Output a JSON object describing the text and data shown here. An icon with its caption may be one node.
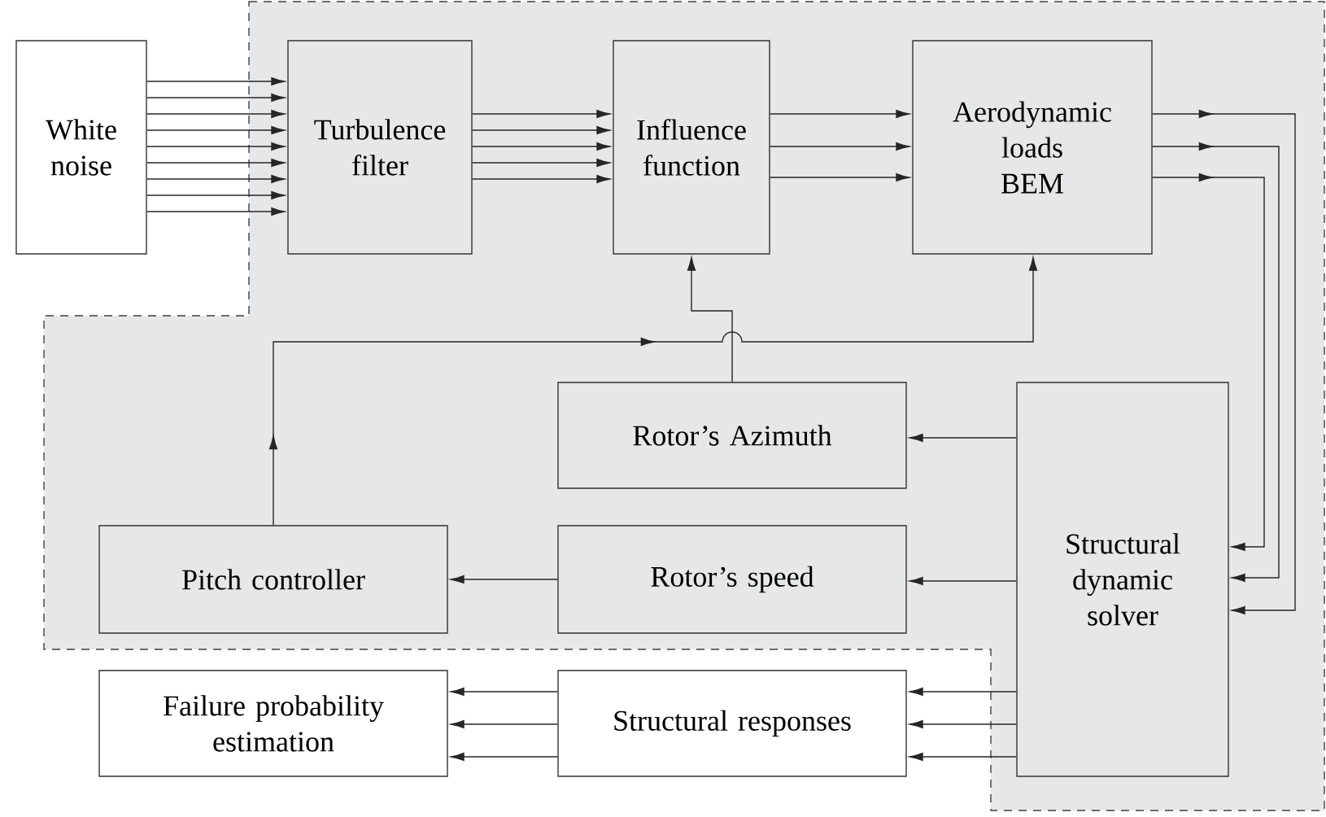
{
  "diagram": {
    "nodes": [
      {
        "text": [
          "White noise"
        ]
      },
      {
        "text": [
          "Turbulence filter"
        ]
      },
      {
        "text": [
          "Influence function"
        ]
      },
      {
        "text": [
          "Aerodynamic loads BEM"
        ]
      },
      {
        "text": [
          "Rotor’s Azimuth"
        ]
      },
      {
        "text": [
          "Structural dynamic solver"
        ]
      },
      {
        "text": [
          "Pitch controller"
        ]
      },
      {
        "text": [
          "Rotor’s speed"
        ]
      },
      {
        "text": [
          "Failure probability estimation"
        ]
      },
      {
        "text": [
          "Structural responses"
        ]
      }
    ],
    "edges": [
      {
        "from": 0,
        "to": 1,
        "arrow": "to"
      },
      {
        "from": 0,
        "to": 1,
        "arrow": "to"
      },
      {
        "from": 0,
        "to": 1,
        "arrow": "to"
      },
      {
        "from": 0,
        "to": 1,
        "arrow": "to"
      },
      {
        "from": 0,
        "to": 1,
        "arrow": "to"
      },
      {
        "from": 0,
        "to": 1,
        "arrow": "to"
      },
      {
        "from": 0,
        "to": 1,
        "arrow": "to"
      },
      {
        "from": 0,
        "to": 1,
        "arrow": "to"
      },
      {
        "from": 0,
        "to": 1,
        "arrow": "to"
      },
      {
        "from": 1,
        "to": 2,
        "arrow": "to"
      },
      {
        "from": 1,
        "to": 2,
        "arrow": "to"
      },
      {
        "from": 1,
        "to": 2,
        "arrow": "to"
      },
      {
        "from": 1,
        "to": 2,
        "arrow": "to"
      },
      {
        "from": 1,
        "to": 2,
        "arrow": "to"
      },
      {
        "from": 2,
        "to": 3,
        "arrow": "to"
      },
      {
        "from": 2,
        "to": 3,
        "arrow": "to"
      },
      {
        "from": 2,
        "to": 3,
        "arrow": "to"
      },
      {
        "from": 3,
        "to": 5,
        "arrow": "to"
      },
      {
        "from": 3,
        "to": 5,
        "arrow": "to"
      },
      {
        "from": 3,
        "to": 5,
        "arrow": "to"
      },
      {
        "from": 5,
        "to": 4,
        "arrow": "to"
      },
      {
        "from": 5,
        "to": 7,
        "arrow": "to"
      },
      {
        "from": 7,
        "to": 6,
        "arrow": "to"
      },
      {
        "from": 6,
        "to": 3,
        "arrow": "to"
      },
      {
        "from": 4,
        "to": 2,
        "arrow": "to"
      },
      {
        "from": 5,
        "to": 9,
        "arrow": "to"
      },
      {
        "from": 5,
        "to": 9,
        "arrow": "to"
      },
      {
        "from": 5,
        "to": 9,
        "arrow": "to"
      },
      {
        "from": 9,
        "to": 8,
        "arrow": "to"
      },
      {
        "from": 9,
        "to": 8,
        "arrow": "to"
      },
      {
        "from": 9,
        "to": 8,
        "arrow": "to"
      }
    ]
  }
}
